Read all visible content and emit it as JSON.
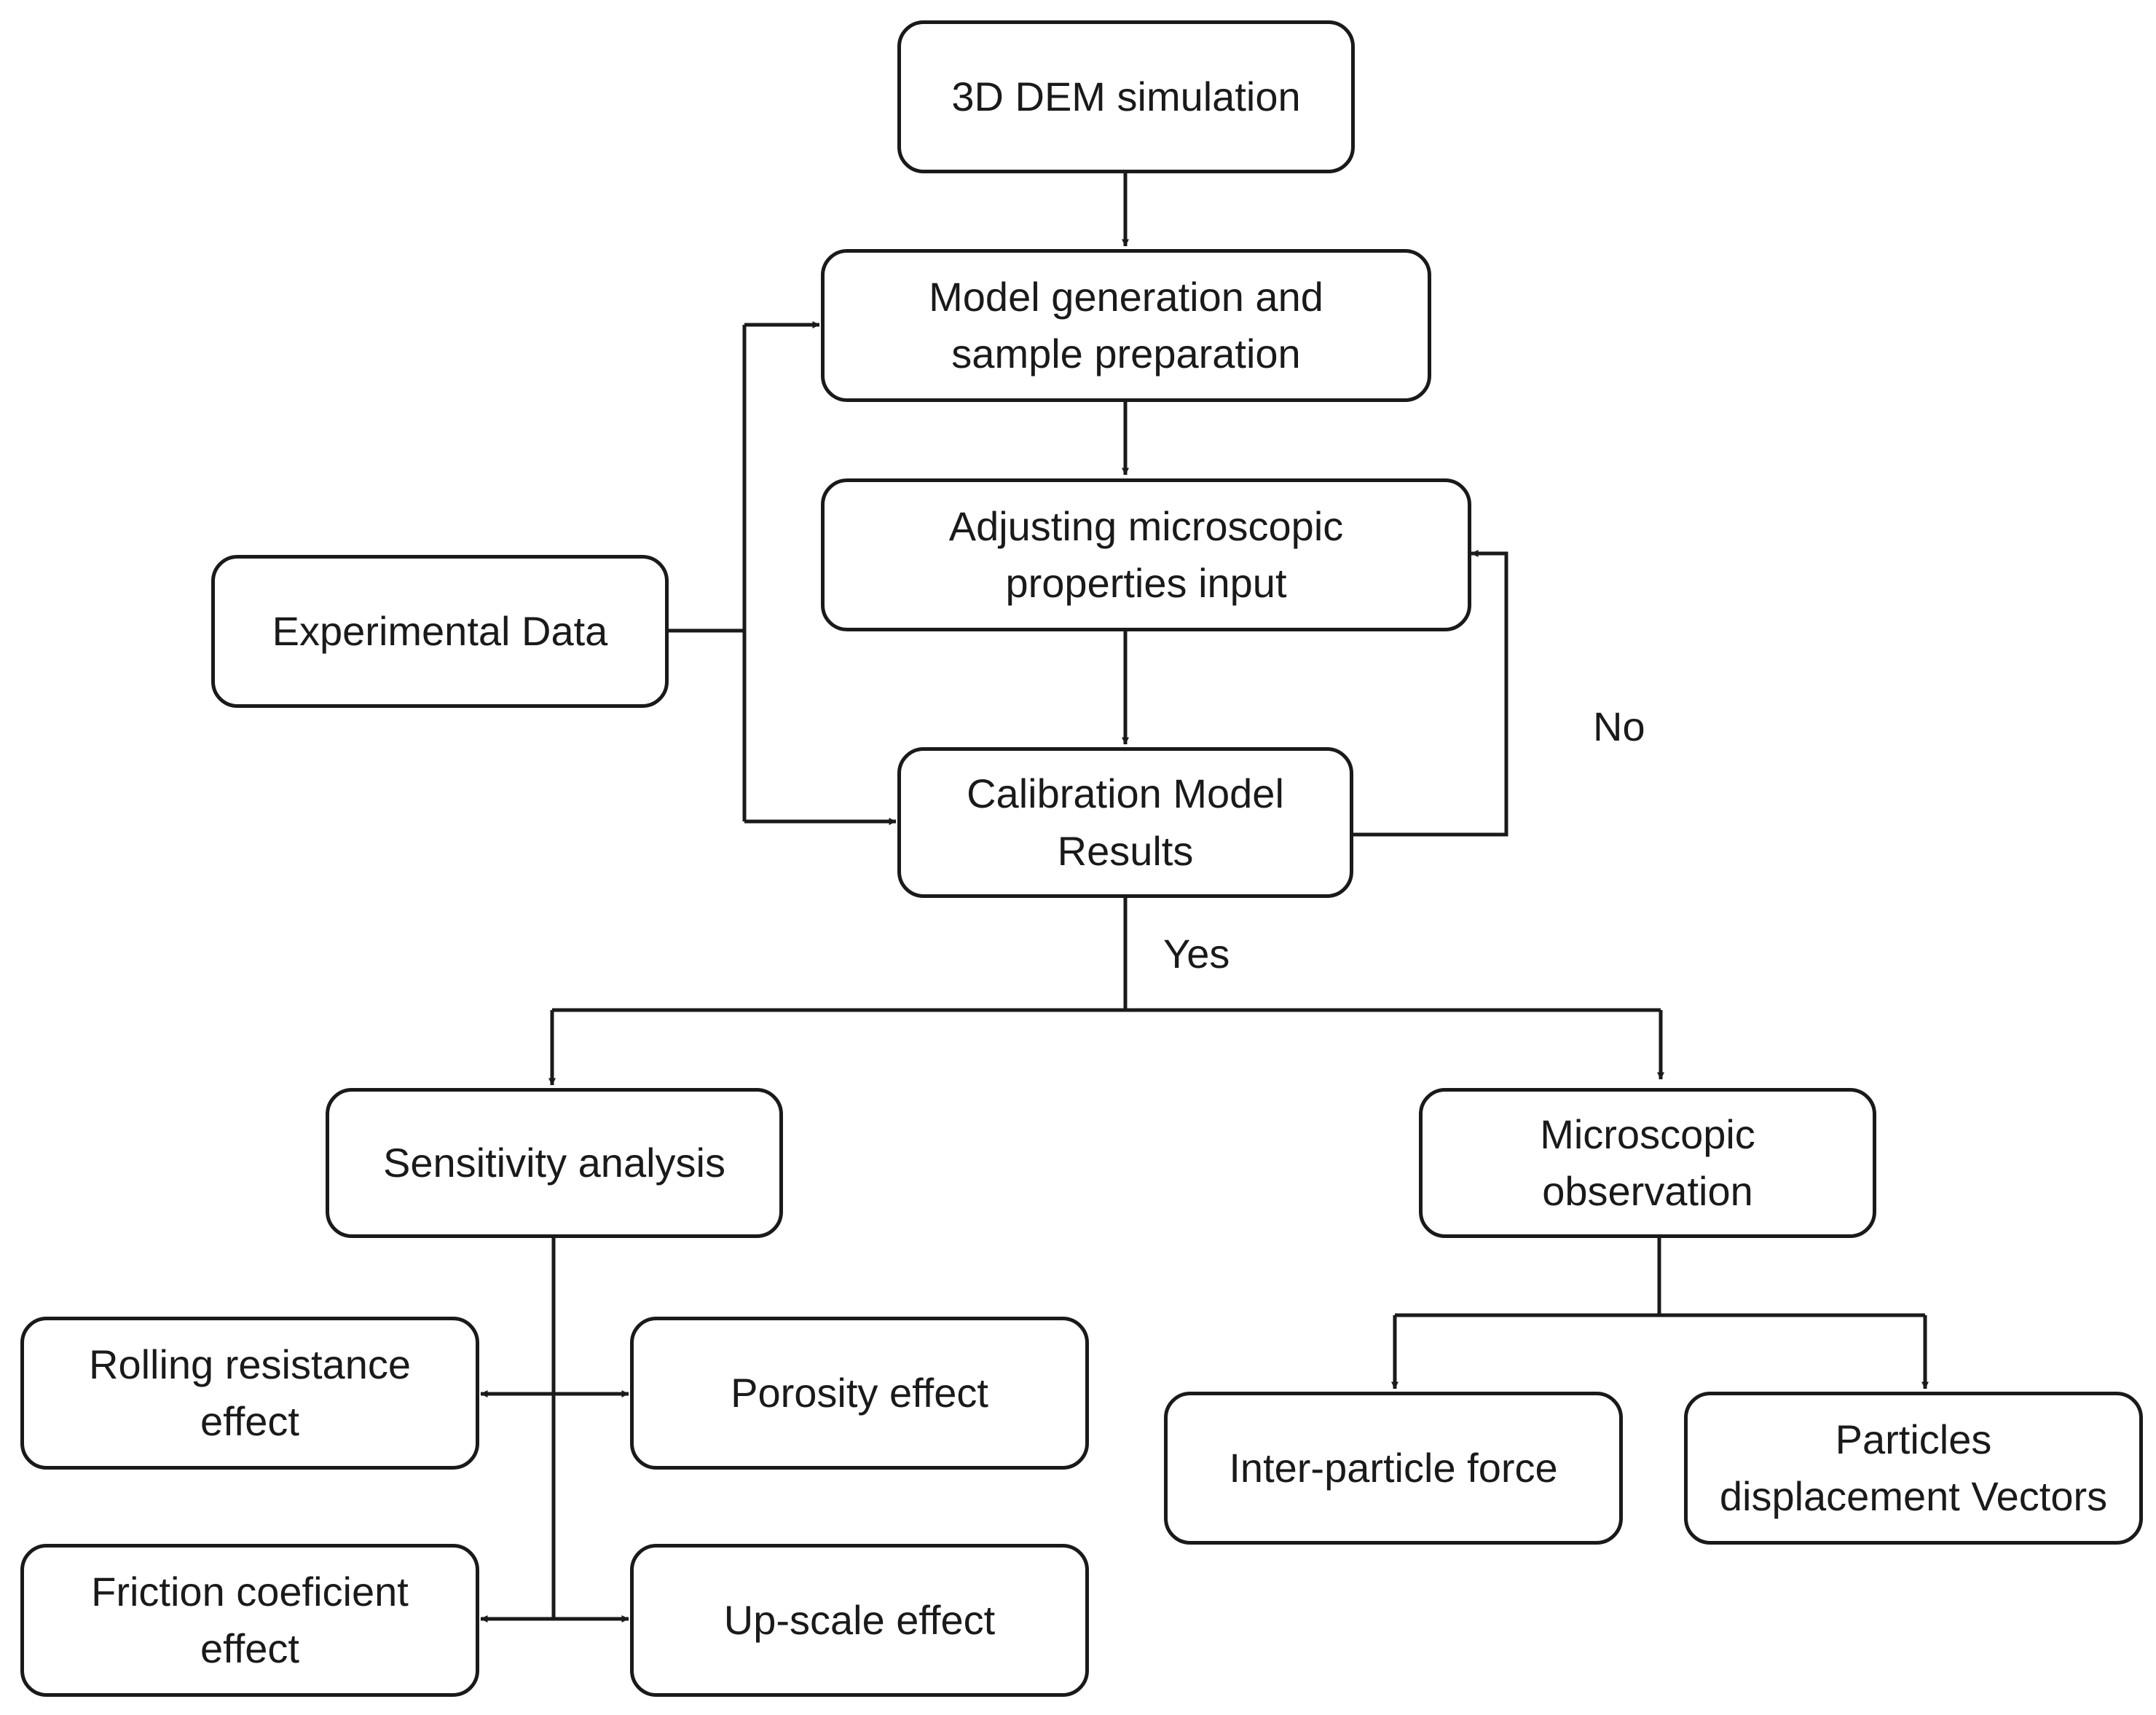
{
  "nodes": {
    "dem": "3D DEM simulation",
    "model_gen": "Model generation and\nsample preparation",
    "adjusting": "Adjusting microscopic\nproperties input",
    "experimental": "Experimental Data",
    "calibration": "Calibration Model\nResults",
    "sensitivity": "Sensitivity analysis",
    "micro_obs": "Microscopic\nobservation",
    "rolling": "Rolling resistance\neffect",
    "porosity": "Porosity effect",
    "friction": "Friction coeficient\neffect",
    "upscale": "Up-scale effect",
    "interparticle": "Inter-particle force",
    "displacement": "Particles\ndisplacement Vectors"
  },
  "labels": {
    "no": "No",
    "yes": "Yes"
  }
}
